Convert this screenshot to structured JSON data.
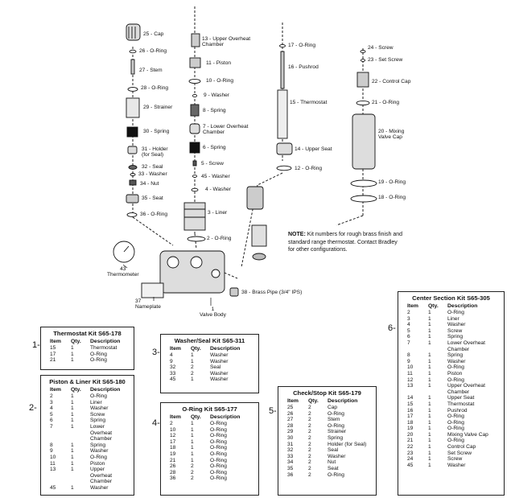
{
  "parts": [
    {
      "n": "25 - Cap"
    },
    {
      "n": "26 - O-Ring"
    },
    {
      "n": "27 - Stem"
    },
    {
      "n": "28 - O-Ring"
    },
    {
      "n": "29 - Strainer"
    },
    {
      "n": "30 - Spring"
    },
    {
      "n": "31 - Holder\n(for Seal)"
    },
    {
      "n": "32 - Seal"
    },
    {
      "n": "33 - Washer"
    },
    {
      "n": "34 - Nut"
    },
    {
      "n": "35 - Seat"
    },
    {
      "n": "36 - O-Ring"
    },
    {
      "n": "13 - Upper Overheat\nChamber"
    },
    {
      "n": "11 - Piston"
    },
    {
      "n": "10 - O-Ring"
    },
    {
      "n": "9 - Washer"
    },
    {
      "n": "8 - Spring"
    },
    {
      "n": "7 - Lower Overheat\nChamber"
    },
    {
      "n": "6 - Spring"
    },
    {
      "n": "5 - Screw"
    },
    {
      "n": "45 - Washer"
    },
    {
      "n": "4 - Washer"
    },
    {
      "n": "3 - Liner"
    },
    {
      "n": "2 - O-Ring"
    },
    {
      "n": "17 - O-Ring"
    },
    {
      "n": "16 - Pushrod"
    },
    {
      "n": "15 - Thermostat"
    },
    {
      "n": "14 - Upper Seat"
    },
    {
      "n": "12 - O-Ring"
    },
    {
      "n": "24 - Screw"
    },
    {
      "n": "23 - Set Screw"
    },
    {
      "n": "22 - Control Cap"
    },
    {
      "n": "21 - O-Ring"
    },
    {
      "n": "20 - Mixing\nValve Cap"
    },
    {
      "n": "19 - O-Ring"
    },
    {
      "n": "18 - O-Ring"
    },
    {
      "n": "43\nThermometer"
    },
    {
      "n": "37\nNameplate"
    },
    {
      "n": "1\nValve Body"
    },
    {
      "n": "38 - Brass Pipe (3/4\" IPS)"
    }
  ],
  "note_label": "NOTE:",
  "note_text": " Kit numbers for rough brass finish and standard range thermostat. Contact Bradley for other configurations.",
  "headers": {
    "item": "Item",
    "qty": "Qty.",
    "desc": "Description"
  },
  "kits": [
    {
      "marker": "1-",
      "title": "Thermostat Kit S65-178",
      "rows": [
        [
          "15",
          "1",
          "Thermostat"
        ],
        [
          "17",
          "1",
          "O-Ring"
        ],
        [
          "21",
          "1",
          "O-Ring"
        ]
      ]
    },
    {
      "marker": "2-",
      "title": "Piston & Liner Kit S65-180",
      "rows": [
        [
          "2",
          "1",
          "O-Ring"
        ],
        [
          "3",
          "1",
          "Liner"
        ],
        [
          "4",
          "1",
          "Washer"
        ],
        [
          "5",
          "1",
          "Screw"
        ],
        [
          "6",
          "1",
          "Spring"
        ],
        [
          "7",
          "1",
          "Lower Overheat\nChamber"
        ],
        [
          "8",
          "1",
          "Spring"
        ],
        [
          "9",
          "1",
          "Washer"
        ],
        [
          "10",
          "1",
          "O-Ring"
        ],
        [
          "11",
          "1",
          "Piston"
        ],
        [
          "13",
          "1",
          "Upper Overheat\nChamber"
        ],
        [
          "45",
          "1",
          "Washer"
        ]
      ]
    },
    {
      "marker": "3-",
      "title": "Washer/Seal Kit S65-311",
      "rows": [
        [
          "4",
          "1",
          "Washer"
        ],
        [
          "9",
          "1",
          "Washer"
        ],
        [
          "32",
          "2",
          "Seal"
        ],
        [
          "33",
          "2",
          "Washer"
        ],
        [
          "45",
          "1",
          "Washer"
        ]
      ]
    },
    {
      "marker": "4-",
      "title": "O-Ring Kit S65-177",
      "rows": [
        [
          "2",
          "1",
          "O-Ring"
        ],
        [
          "10",
          "1",
          "O-Ring"
        ],
        [
          "12",
          "1",
          "O-Ring"
        ],
        [
          "17",
          "1",
          "O-Ring"
        ],
        [
          "18",
          "1",
          "O-Ring"
        ],
        [
          "19",
          "1",
          "O-Ring"
        ],
        [
          "21",
          "1",
          "O-Ring"
        ],
        [
          "26",
          "2",
          "O-Ring"
        ],
        [
          "28",
          "2",
          "O-Ring"
        ],
        [
          "36",
          "2",
          "O-Ring"
        ]
      ]
    },
    {
      "marker": "5-",
      "title": "Check/Stop Kit S65-179",
      "rows": [
        [
          "25",
          "2",
          "Cap"
        ],
        [
          "26",
          "2",
          "O-Ring"
        ],
        [
          "27",
          "2",
          "Stem"
        ],
        [
          "28",
          "2",
          "O-Ring"
        ],
        [
          "29",
          "2",
          "Strainer"
        ],
        [
          "30",
          "2",
          "Spring"
        ],
        [
          "31",
          "2",
          "Holder (for Seal)"
        ],
        [
          "32",
          "2",
          "Seal"
        ],
        [
          "33",
          "2",
          "Washer"
        ],
        [
          "34",
          "2",
          "Nut"
        ],
        [
          "35",
          "2",
          "Seat"
        ],
        [
          "36",
          "2",
          "O-Ring"
        ]
      ]
    },
    {
      "marker": "6-",
      "title": "Center Section Kit S65-305",
      "rows": [
        [
          "2",
          "1",
          "O-Ring"
        ],
        [
          "3",
          "1",
          "Liner"
        ],
        [
          "4",
          "1",
          "Washer"
        ],
        [
          "5",
          "1",
          "Screw"
        ],
        [
          "6",
          "1",
          "Spring"
        ],
        [
          "7",
          "1",
          "Lower Overheat\nChamber"
        ],
        [
          "8",
          "1",
          "Spring"
        ],
        [
          "9",
          "1",
          "Washer"
        ],
        [
          "10",
          "1",
          "O-Ring"
        ],
        [
          "11",
          "1",
          "Piston"
        ],
        [
          "12",
          "1",
          "O-Ring"
        ],
        [
          "13",
          "1",
          "Upper Overheat\nChamber"
        ],
        [
          "14",
          "1",
          "Upper Seat"
        ],
        [
          "15",
          "1",
          "Thermostat"
        ],
        [
          "16",
          "1",
          "Pushrod"
        ],
        [
          "17",
          "1",
          "O-Ring"
        ],
        [
          "18",
          "1",
          "O-Ring"
        ],
        [
          "19",
          "1",
          "O-Ring"
        ],
        [
          "20",
          "1",
          "Mixing Valve Cap"
        ],
        [
          "21",
          "1",
          "O-Ring"
        ],
        [
          "22",
          "1",
          "Control Cap"
        ],
        [
          "23",
          "1",
          "Set Screw"
        ],
        [
          "24",
          "1",
          "Screw"
        ],
        [
          "45",
          "1",
          "Washer"
        ]
      ]
    }
  ]
}
